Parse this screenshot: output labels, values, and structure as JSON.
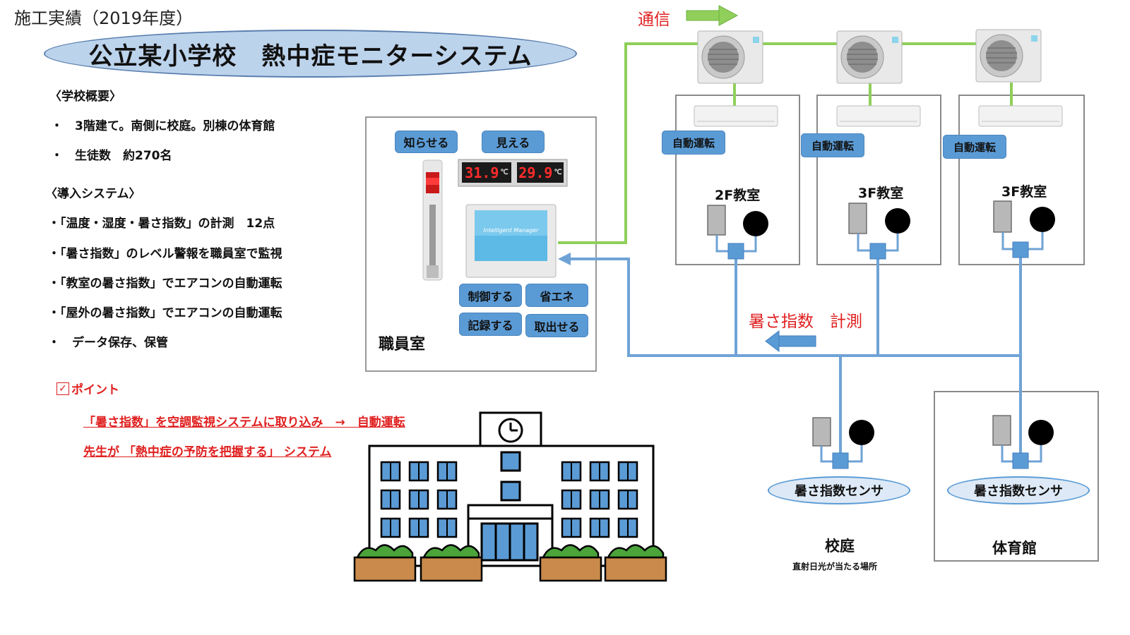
{
  "header": {
    "label": "施工実績（2019年度）"
  },
  "title": "公立某小学校　熱中症モニターシステム",
  "overview": {
    "heading": "〈学校概要〉",
    "items": [
      "・　3階建て。南側に校庭。別棟の体育館",
      "・　生徒数　約270名"
    ]
  },
  "system": {
    "heading": "〈導入システム〉",
    "items": [
      "・「温度・湿度・暑さ指数」の計測　12点",
      "・「暑さ指数」のレベル警報を職員室で監視",
      "・「教室の暑さ指数」でエアコンの自動運転",
      "・「屋外の暑さ指数」でエアコンの自動運転",
      "・　データ保存、保管"
    ]
  },
  "point": {
    "heading": "ポイント",
    "lines": [
      "「暑さ指数」を空調監視システムに取り込み　→　自動運転",
      "先生が 「熱中症の予防を把握する」 システム"
    ]
  },
  "staff_room": {
    "label": "職員室",
    "buttons": [
      "知らせる",
      "見える",
      "制御する",
      "省エネ",
      "記録する",
      "取出せる"
    ],
    "display_left": "31.9",
    "display_right": "29.9",
    "unit": "℃",
    "screen_text": "Intelligent Manager"
  },
  "network": {
    "comm_label": "通信",
    "measure_label": "暑さ指数　計測"
  },
  "classrooms": [
    {
      "name": "2F教室",
      "auto": "自動運転"
    },
    {
      "name": "3F教室",
      "auto": "自動運転"
    },
    {
      "name": "3F教室",
      "auto": "自動運転"
    }
  ],
  "outdoor": {
    "courtyard_sensor": "暑さ指数センサ",
    "courtyard_label": "校庭",
    "courtyard_note": "直射日光が当たる場所",
    "gym_sensor": "暑さ指数センサ",
    "gym_label": "体育館"
  },
  "colors": {
    "comm_line": "#8fcf5a",
    "sensor_line": "#6fa3d6",
    "accent_blue": "#5b9bd5",
    "warning_red": "#e02020"
  }
}
